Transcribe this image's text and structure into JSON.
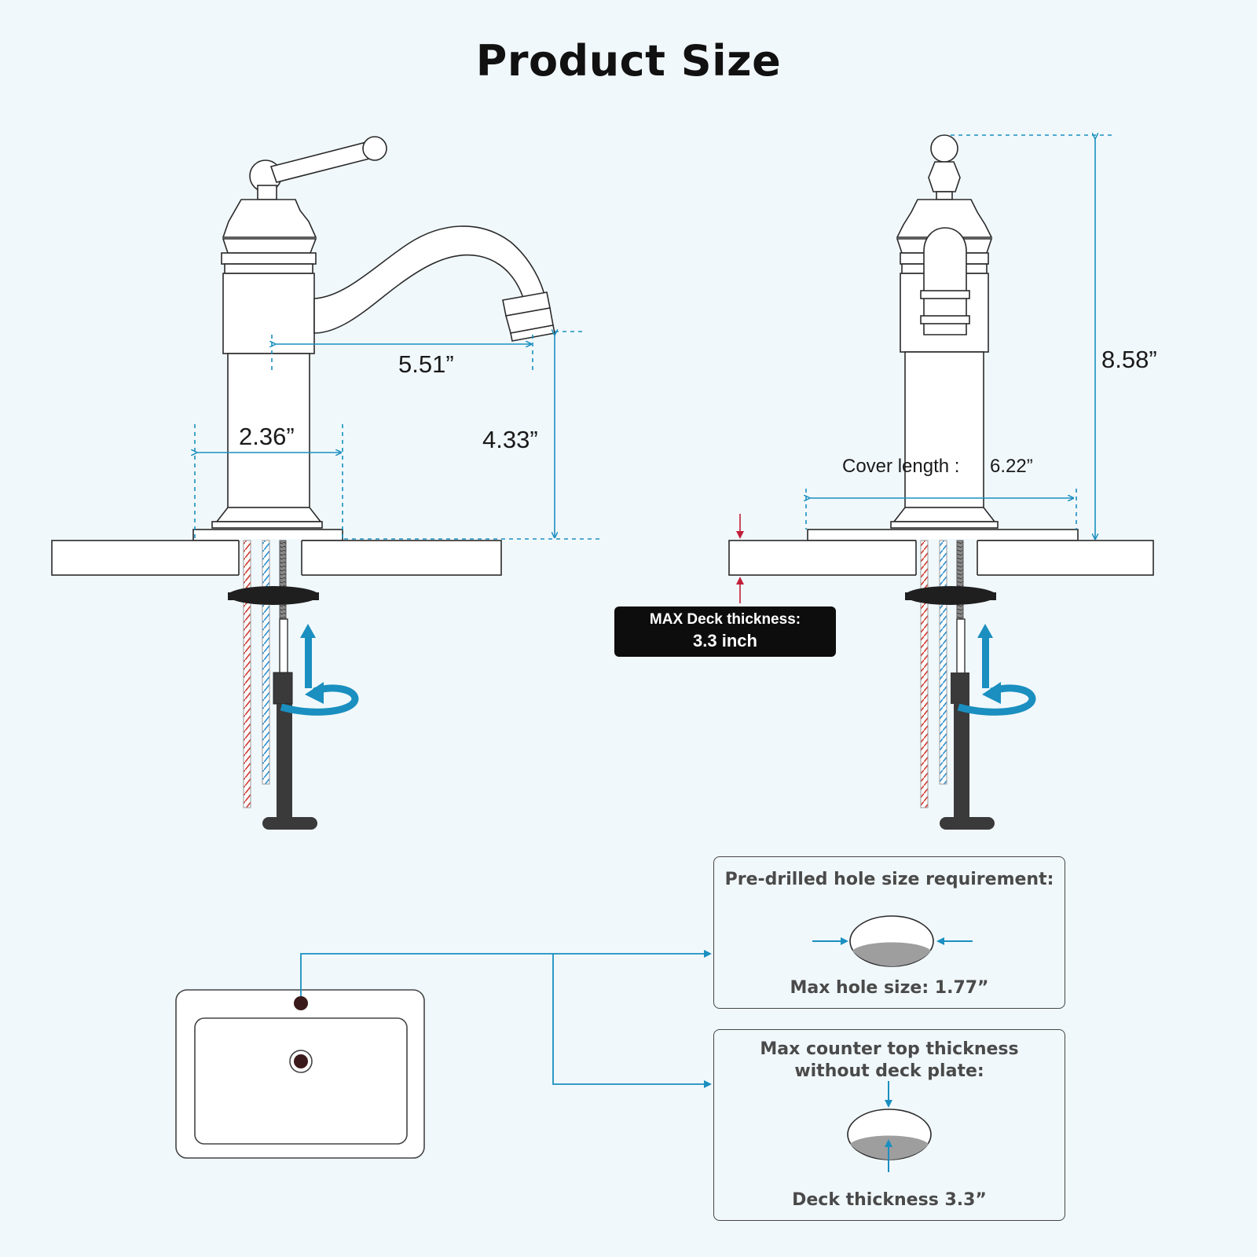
{
  "title": "Product Size",
  "dimensions": {
    "spout_reach": "5.51”",
    "base_width": "2.36”",
    "spout_height": "4.33”",
    "total_height": "8.58”",
    "cover_length_label": "Cover length :",
    "cover_length_value": "6.22”"
  },
  "deck_badge": {
    "line1": "MAX Deck thickness:",
    "line2": "3.3 inch"
  },
  "hole_box": {
    "title": "Pre-drilled hole size requirement:",
    "caption": "Max hole size: 1.77”"
  },
  "thickness_box": {
    "title_line1": "Max counter top thickness",
    "title_line2": "without deck plate:",
    "caption": "Deck thickness 3.3”"
  },
  "colors": {
    "background": "#f1f8fb",
    "accent": "#1a8fc0",
    "hot_pipe": "#d0392f",
    "cold_pipe": "#2a8fd0",
    "deck_arrow": "#c0203a"
  }
}
